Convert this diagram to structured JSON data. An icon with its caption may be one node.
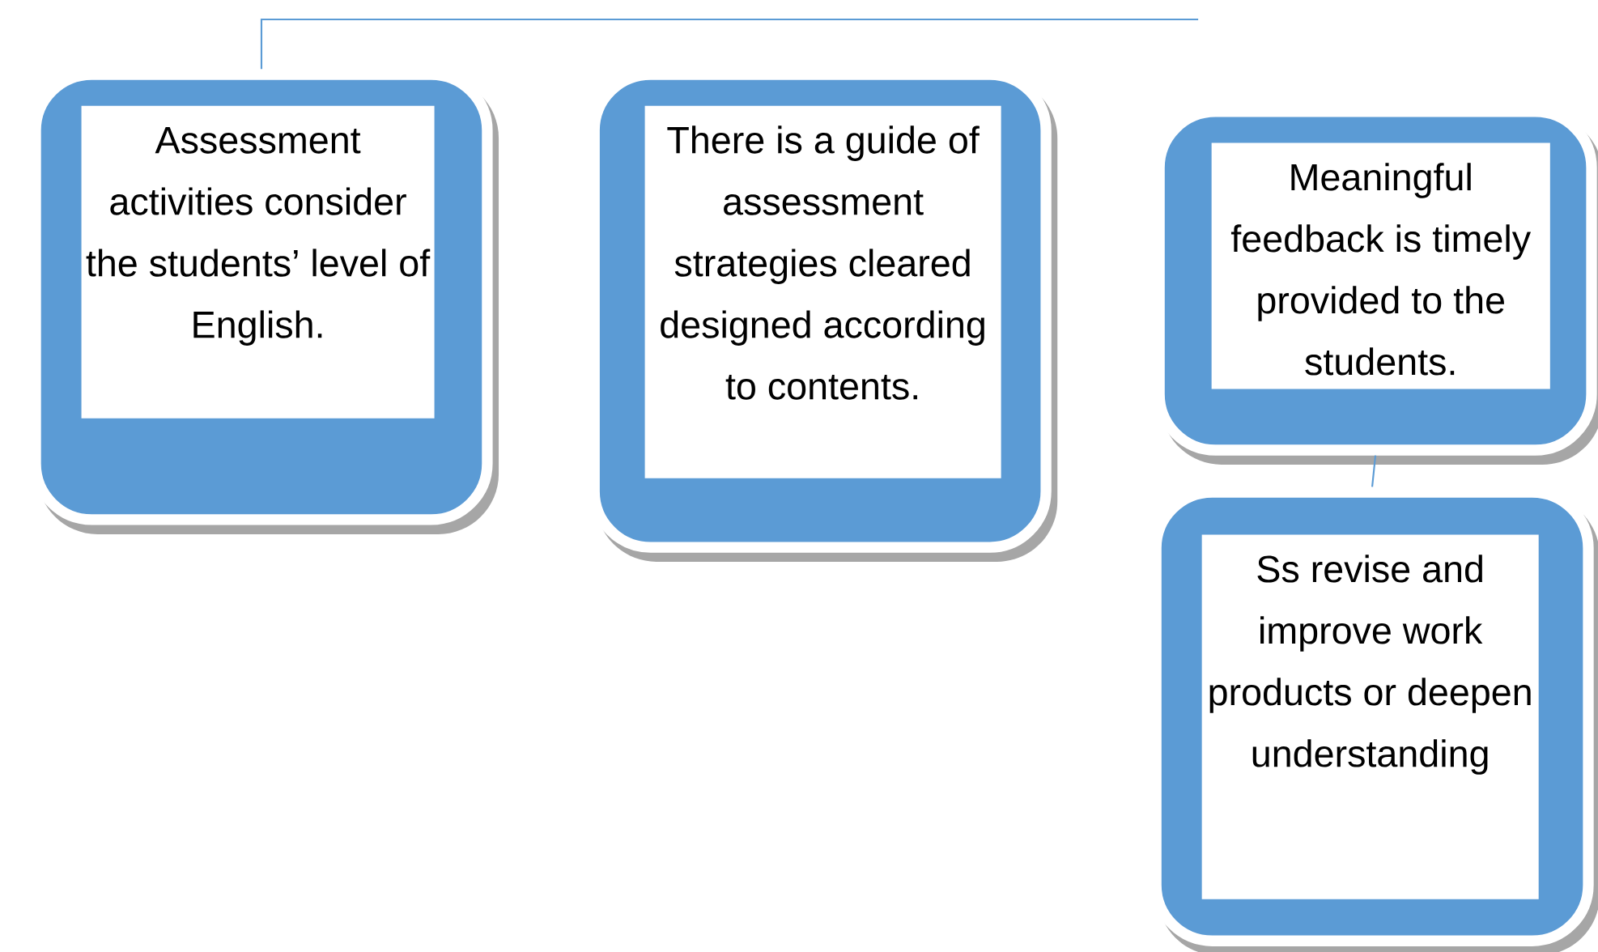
{
  "diagram": {
    "nodes": [
      {
        "text": [
          "Assessment activities consider the students’ level of English."
        ]
      },
      {
        "text": [
          "There is a guide of assessment strategies cleared designed according to contents."
        ]
      },
      {
        "text": [
          "Meaningful feedback is timely provided to the students."
        ]
      },
      {
        "text": [
          "Ss revise and improve work products or deepen understanding"
        ]
      }
    ],
    "edges": [
      {
        "from": null,
        "to": 0,
        "arrow": "none"
      },
      {
        "from": 2,
        "to": 3,
        "arrow": "none"
      }
    ]
  }
}
